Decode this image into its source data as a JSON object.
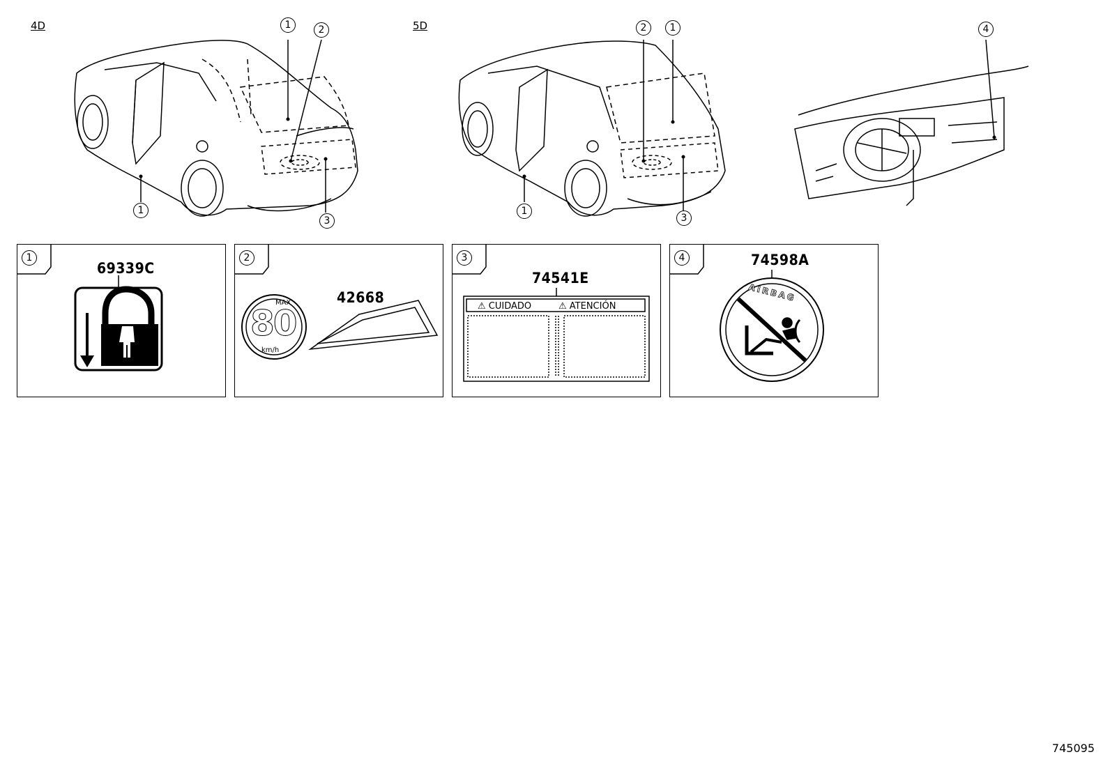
{
  "variants": [
    "4D",
    "5D"
  ],
  "callouts": [
    "1",
    "2",
    "3",
    "4"
  ],
  "panels": [
    {
      "tab": "1",
      "part_no": "69339C"
    },
    {
      "tab": "2",
      "part_no": "42668",
      "speed_label": {
        "max": "MAX",
        "value": "80",
        "unit": "km/h"
      }
    },
    {
      "tab": "3",
      "part_no": "74541E",
      "warning_left": "⚠ CUIDADO",
      "warning_right": "⚠ ATENCIÓN"
    },
    {
      "tab": "4",
      "part_no": "74598A",
      "seal_text": "AIRBAG"
    }
  ],
  "diagram_code": "745095"
}
